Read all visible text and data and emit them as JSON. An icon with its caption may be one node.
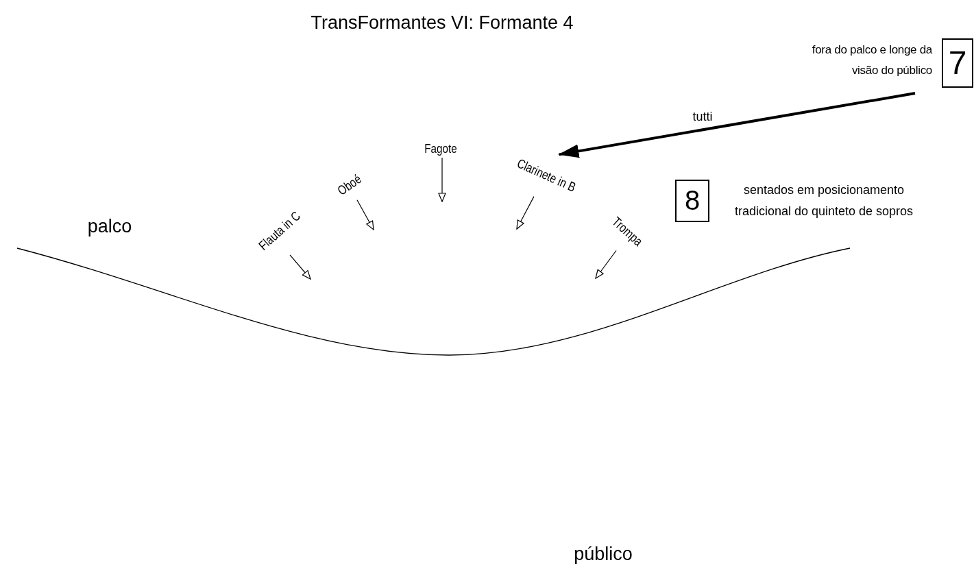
{
  "diagram": {
    "title": "TransFormantes VI: Formante 4",
    "nodes": [
      {
        "text": [
          "7"
        ],
        "beside": [
          "fora do palco e longe da visão do público"
        ]
      },
      {
        "text": [
          "8"
        ],
        "beside": [
          "sentados em posicionamento tradicional do quinteto de sopros"
        ]
      },
      {
        "text": [
          "Flauta in C"
        ]
      },
      {
        "text": [
          "Oboé"
        ]
      },
      {
        "text": [
          "Fagote"
        ]
      },
      {
        "text": [
          "Clarinete in B"
        ]
      },
      {
        "text": [
          "Trompa"
        ]
      }
    ],
    "edges": [
      {
        "from": 0,
        "to": 5,
        "arrow": "to",
        "label": "tutti",
        "style": "thick"
      },
      {
        "from": 2,
        "to": null,
        "arrow": "to"
      },
      {
        "from": 3,
        "to": null,
        "arrow": "to"
      },
      {
        "from": 4,
        "to": null,
        "arrow": "to"
      },
      {
        "from": 5,
        "to": null,
        "arrow": "to"
      },
      {
        "from": 6,
        "to": null,
        "arrow": "to"
      }
    ],
    "labels": [
      "palco",
      "público"
    ]
  }
}
